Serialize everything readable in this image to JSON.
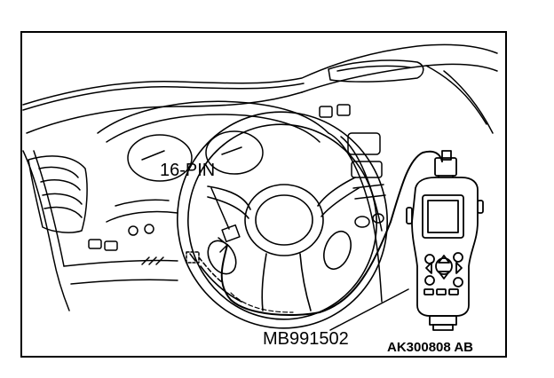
{
  "labels": {
    "connector": "16-PIN",
    "tool": "MB991502",
    "figure_code": "AK300808 AB"
  }
}
